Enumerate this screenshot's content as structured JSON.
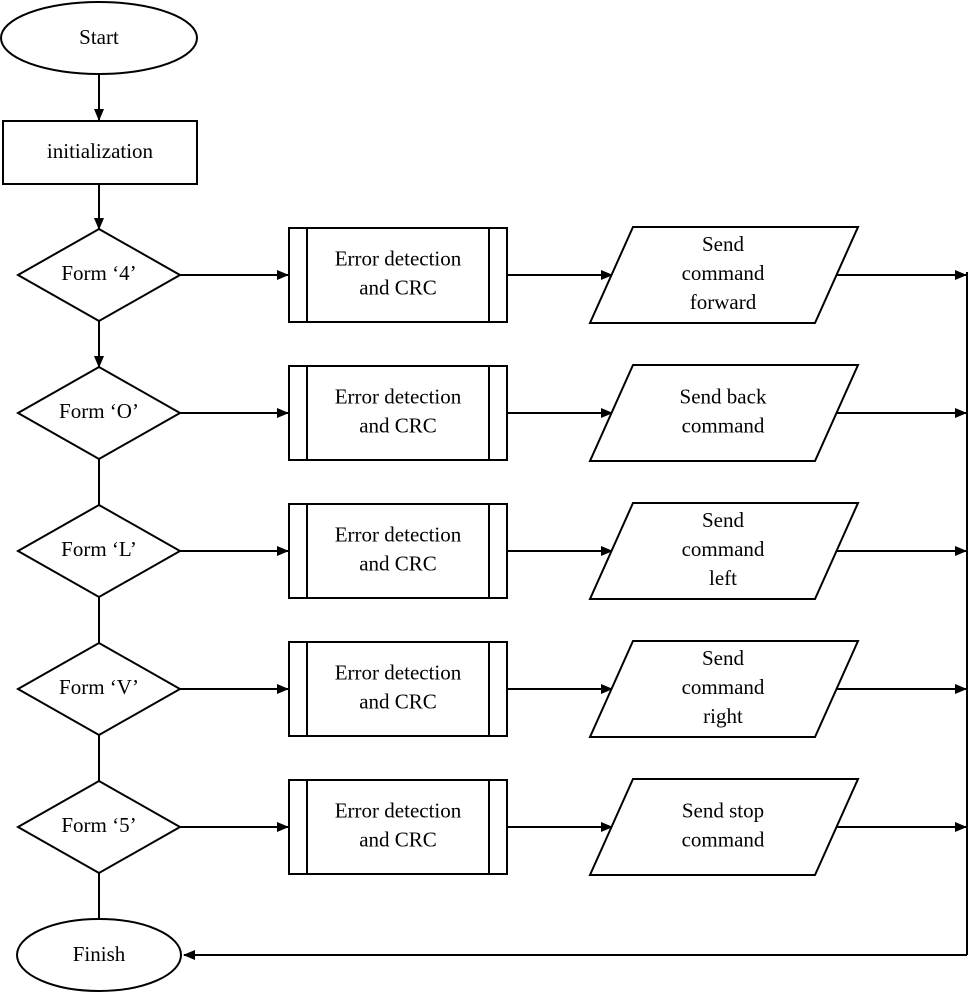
{
  "start": "Start",
  "init": "initialization",
  "finish": "Finish",
  "rows": [
    {
      "decision": "Form ‘4’",
      "process": [
        "Error detection",
        "and CRC"
      ],
      "output": [
        "Send",
        "command",
        "forward"
      ]
    },
    {
      "decision": "Form ‘O’",
      "process": [
        "Error detection",
        "and CRC"
      ],
      "output": [
        "Send back",
        "command"
      ]
    },
    {
      "decision": "Form ‘L’",
      "process": [
        "Error detection",
        "and CRC"
      ],
      "output": [
        "Send",
        "command",
        "left"
      ]
    },
    {
      "decision": "Form ‘V’",
      "process": [
        "Error detection",
        "and CRC"
      ],
      "output": [
        "Send",
        "command",
        "right"
      ]
    },
    {
      "decision": "Form ‘5’",
      "process": [
        "Error detection",
        "and CRC"
      ],
      "output": [
        "Send stop",
        "command"
      ]
    }
  ]
}
